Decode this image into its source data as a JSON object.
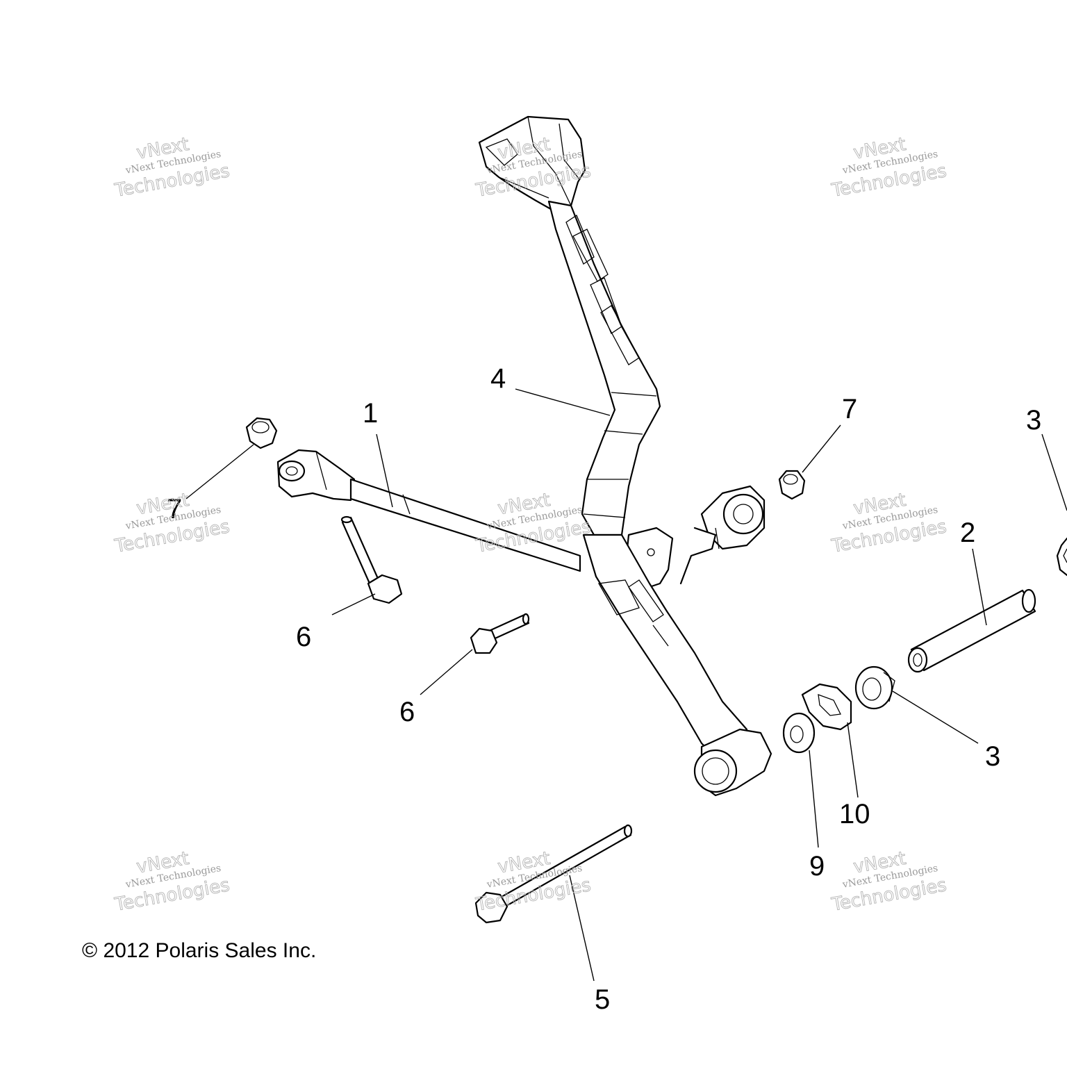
{
  "callouts": {
    "c1": "1",
    "c2": "2",
    "c3a": "3",
    "c3b": "3",
    "c4": "4",
    "c5": "5",
    "c6a": "6",
    "c6b": "6",
    "c7a": "7",
    "c7b": "7",
    "c9": "9",
    "c10": "10"
  },
  "copyright": "© 2012 Polaris Sales Inc.",
  "watermark": {
    "line_small": "vNext Technologies",
    "line_top": "vNext",
    "line_big": "Technologies"
  }
}
